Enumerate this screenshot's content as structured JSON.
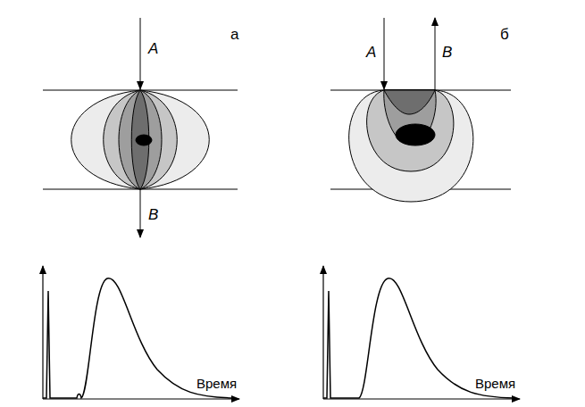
{
  "diagram": {
    "labels": [
      "A",
      "а",
      "B",
      "A",
      "B",
      "б",
      "Время",
      "Время"
    ]
  }
}
